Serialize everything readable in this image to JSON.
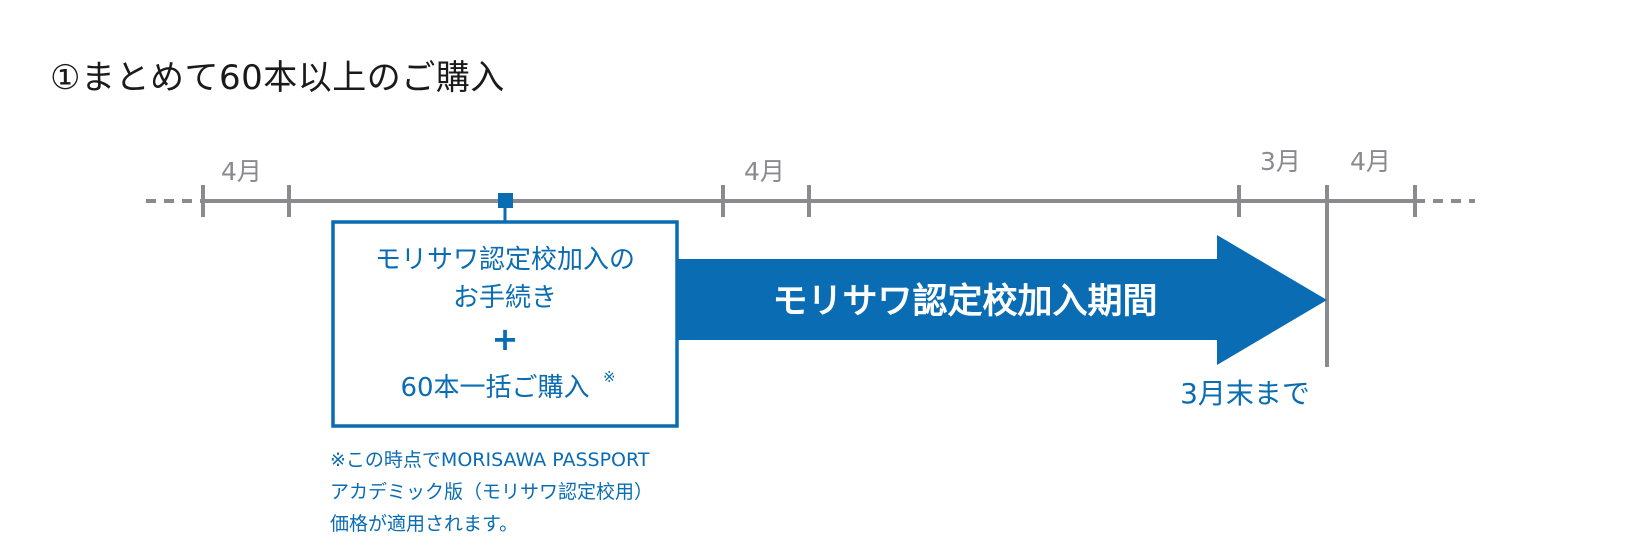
{
  "title": "①まとめて60本以上のご購入",
  "timeline": {
    "month_labels": [
      "4月",
      "4月",
      "3月",
      "4月"
    ]
  },
  "enrollment_box": {
    "line1": "モリサワ認定校加入の",
    "line2": "お手続き",
    "plus": "+",
    "line3": "60本一括ご購入",
    "note_mark": "※"
  },
  "period_arrow": {
    "label": "モリサワ認定校加入期間",
    "end_label": "3月末まで"
  },
  "footnote": {
    "line1": "※この時点でMORISAWA PASSPORT",
    "line2": "アカデミック版（モリサワ認定校用）",
    "line3": "価格が適用されます。"
  },
  "colors": {
    "primary_blue": "#0a6cb3",
    "timeline_gray": "#8a8a8f",
    "title_text": "#1a1a1a"
  }
}
